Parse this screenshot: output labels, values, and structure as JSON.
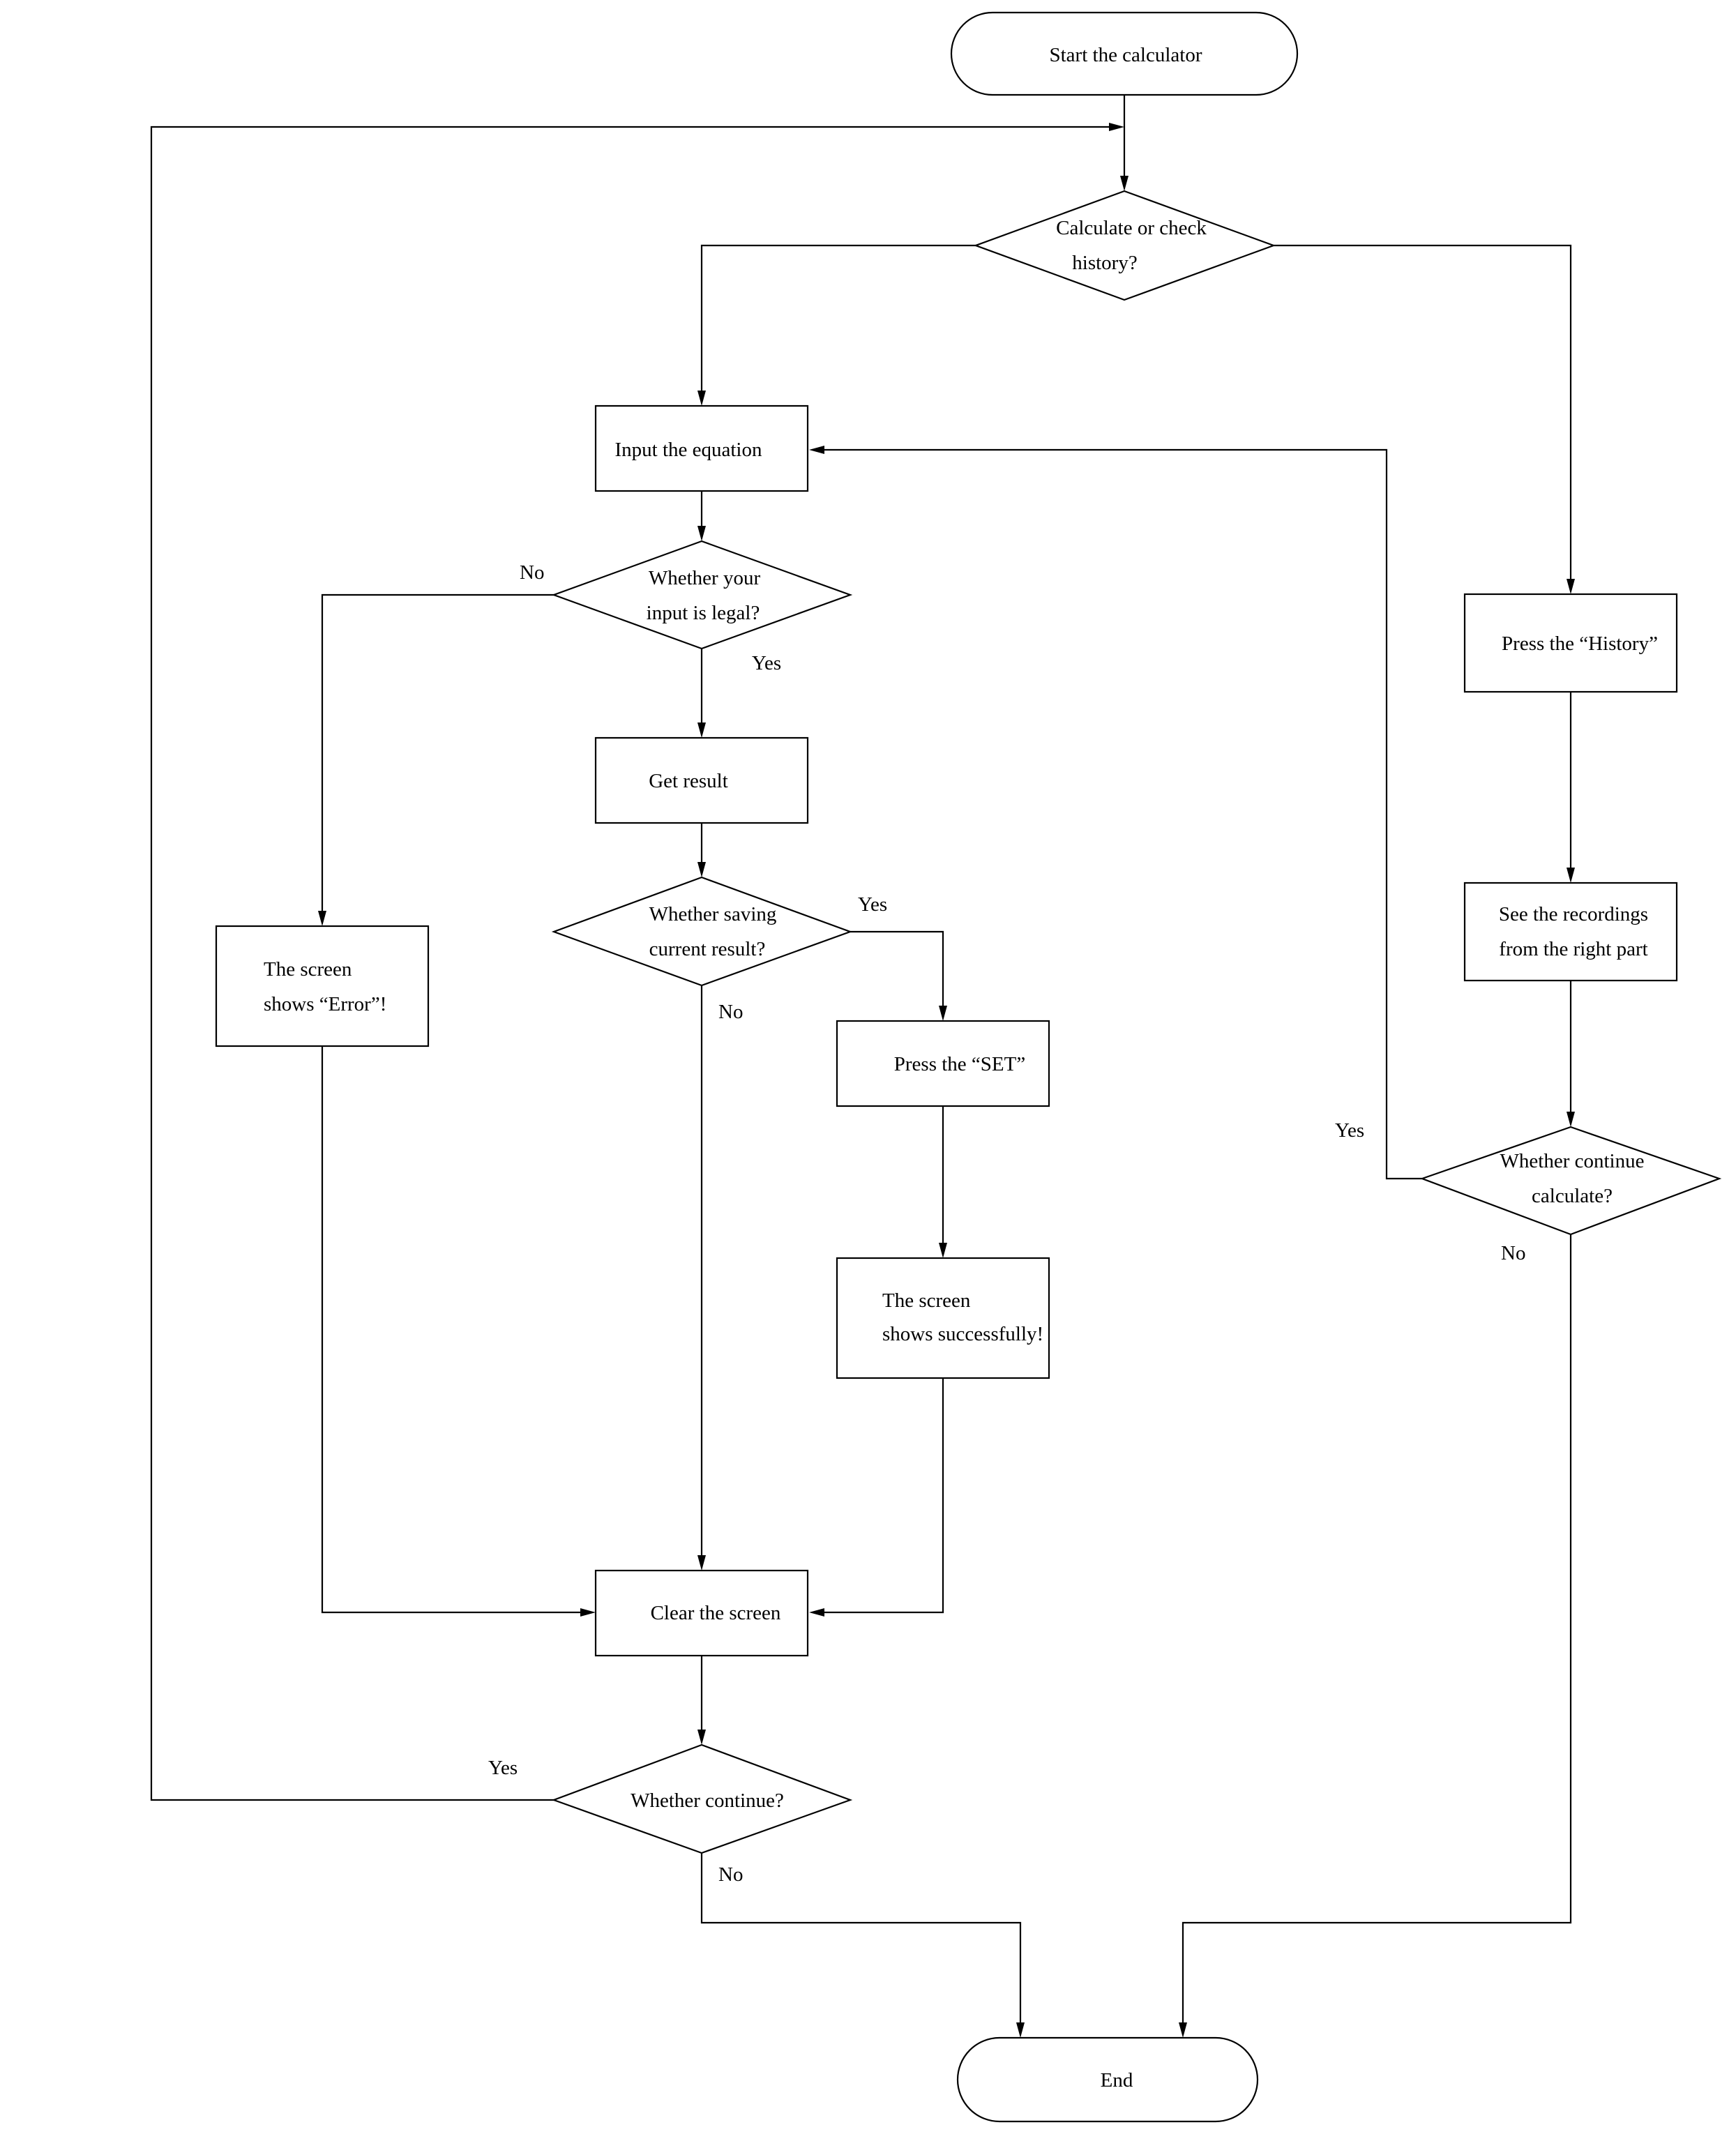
{
  "nodes": {
    "start": "Start the calculator",
    "calc_or_history": [
      "Calculate or check",
      "history?"
    ],
    "input_equation": "Input the equation",
    "input_legal": [
      "Whether your",
      "input is legal?"
    ],
    "get_result": "Get result",
    "saving_result": [
      "Whether saving",
      "current result?"
    ],
    "screen_error": [
      "The screen",
      "shows “Error”!"
    ],
    "press_set": "Press the “SET”",
    "screen_success": [
      "The screen",
      "shows successfully!"
    ],
    "clear_screen": "Clear the screen",
    "continue": "Whether continue?",
    "end": "End",
    "press_history": "Press the “History”",
    "see_recordings": [
      "See the recordings",
      "from the right part"
    ],
    "continue_calculate": [
      "Whether continue",
      "calculate?"
    ]
  },
  "edge_labels": {
    "legal_no": "No",
    "legal_yes": "Yes",
    "saving_yes": "Yes",
    "saving_no": "No",
    "continue_yes": "Yes",
    "continue_no": "No",
    "calc_yes": "Yes",
    "calc_no": "No"
  },
  "colors": {
    "stroke": "#000000",
    "fill": "#ffffff",
    "text": "#000000"
  }
}
